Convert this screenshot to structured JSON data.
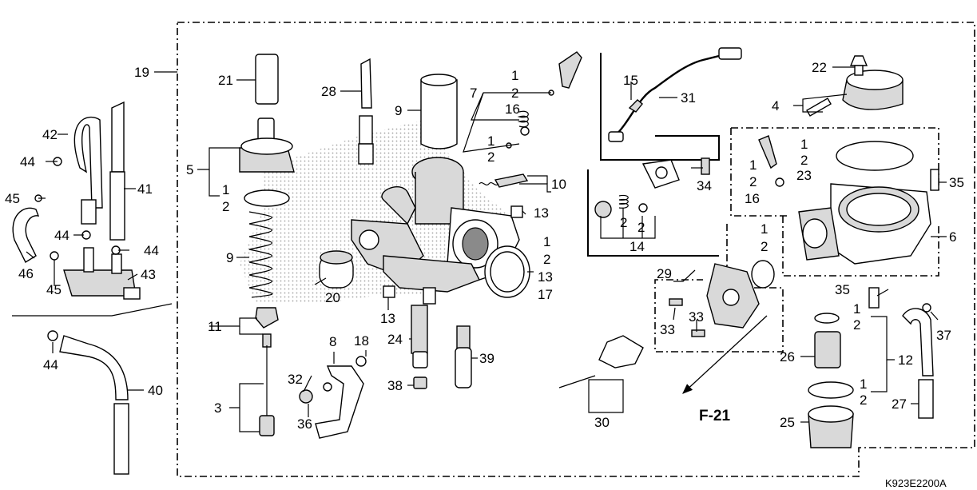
{
  "diagram": {
    "code": "K923E2200A",
    "section_ref": "F-21",
    "callouts": {
      "c1": "1",
      "c2": "2",
      "c3": "3",
      "c4": "4",
      "c5": "5",
      "c6": "6",
      "c7": "7",
      "c8": "8",
      "c9": "9",
      "c10": "10",
      "c11": "11",
      "c12": "12",
      "c13": "13",
      "c14": "14",
      "c15": "15",
      "c16": "16",
      "c17": "17",
      "c18": "18",
      "c19": "19",
      "c20": "20",
      "c21": "21",
      "c22": "22",
      "c23": "23",
      "c24": "24",
      "c25": "25",
      "c26": "26",
      "c27": "27",
      "c28": "28",
      "c29": "29",
      "c30": "30",
      "c31": "31",
      "c32": "32",
      "c33": "33",
      "c34": "34",
      "c35": "35",
      "c36": "36",
      "c37": "37",
      "c38": "38",
      "c39": "39",
      "c40": "40",
      "c41": "41",
      "c42": "42",
      "c43": "43",
      "c44": "44",
      "c45": "45",
      "c46": "46"
    }
  }
}
